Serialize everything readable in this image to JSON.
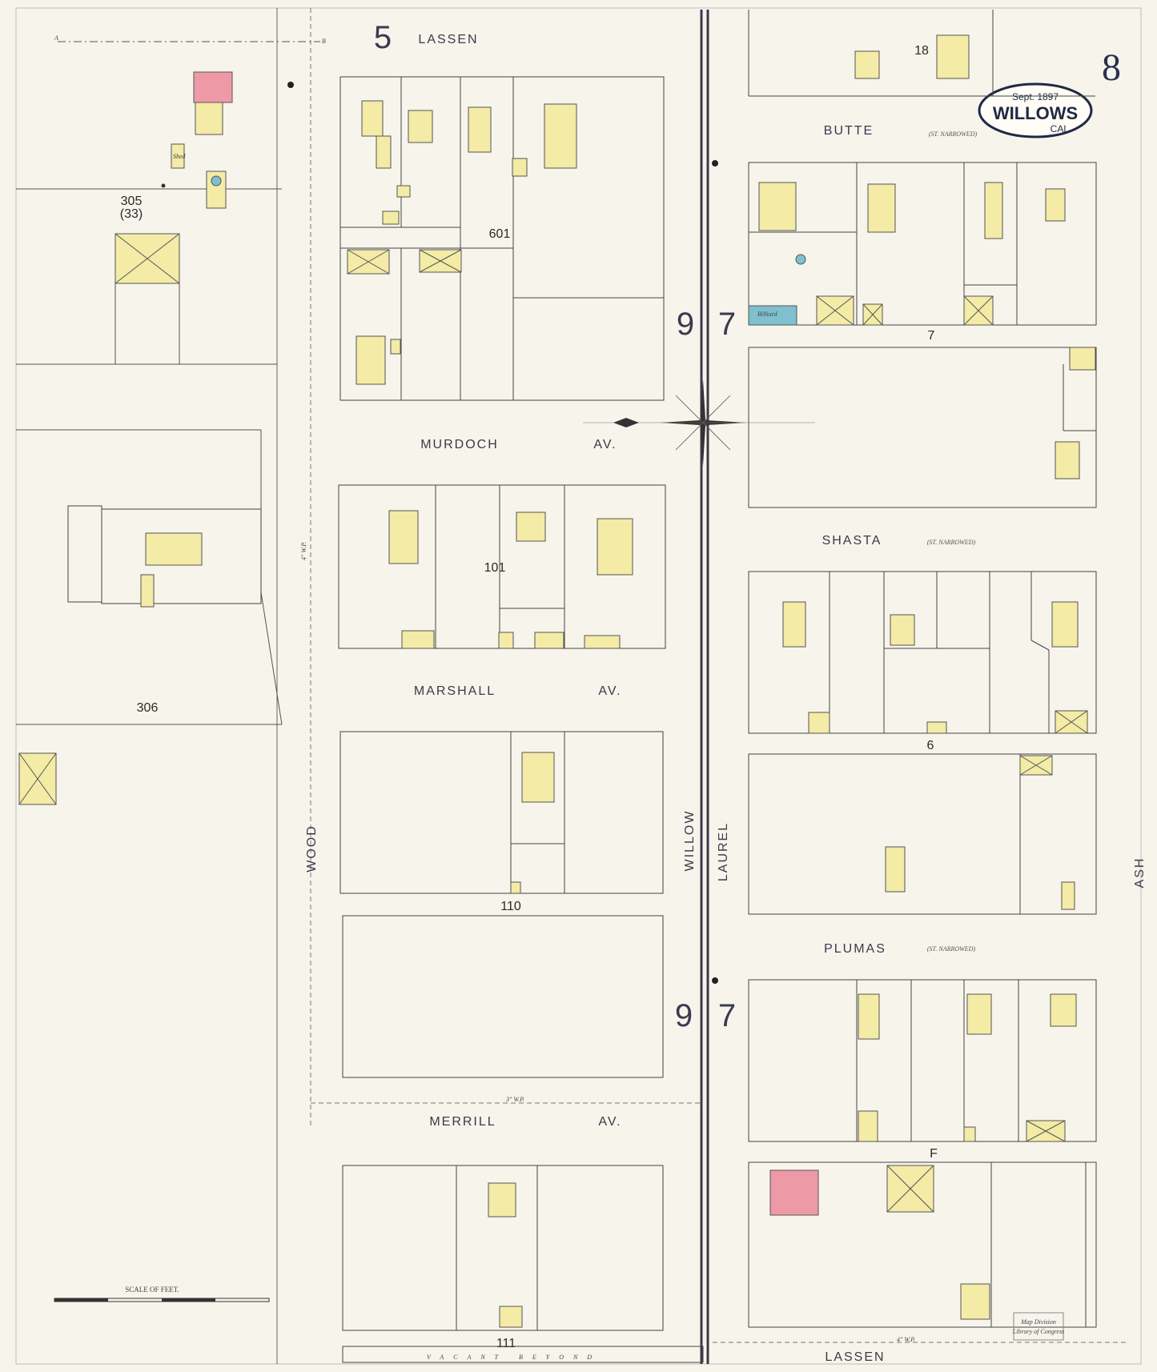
{
  "title": {
    "date": "Sept. 1897",
    "city": "WILLOWS",
    "state": "CAL.",
    "sheet_number": "8"
  },
  "streets": {
    "lassen_top": "LASSEN",
    "lassen_bottom": "LASSEN",
    "butte": "BUTTE",
    "murdoch": "MURDOCH",
    "av_murdoch": "AV.",
    "shasta": "SHASTA",
    "marshall": "MARSHALL",
    "av_marshall": "AV.",
    "plumas": "PLUMAS",
    "merrill": "MERRILL",
    "av_merrill": "AV.",
    "wood": "WOOD",
    "willow": "WILLOW",
    "laurel": "LAUREL",
    "ash": "ASH",
    "narrowed": "(ST. NARROWED)",
    "number_7_top": "7",
    "number_6": "6",
    "letter_f": "F"
  },
  "block_numbers": {
    "b305": "305",
    "b305_sub": "(33)",
    "b306": "306",
    "b601": "601",
    "b101": "101",
    "b110": "110",
    "b111": "111",
    "b18": "18"
  },
  "large_numbers": {
    "five": "5",
    "nine_top": "9",
    "seven_top": "7",
    "nine_bottom": "9",
    "seven_bottom": "7"
  },
  "labels": {
    "vacant_beyond": "VACANT BEYOND",
    "scale": "SCALE OF FEET.",
    "water_pipe": "4\" W.P.",
    "water_pipe_3": "3\" W.P.",
    "billiards": "Billiard",
    "shed": "Shed",
    "line_a": "A",
    "line_b": "B",
    "stamp_line1": "Map Division",
    "stamp_line2": "Library of Congress"
  },
  "colors": {
    "frame": "#3a3a4a",
    "dwelling": "#f3eba6",
    "brick": "#ee9aa6",
    "water": "#7fbfcf",
    "plate": "#2a3050"
  }
}
